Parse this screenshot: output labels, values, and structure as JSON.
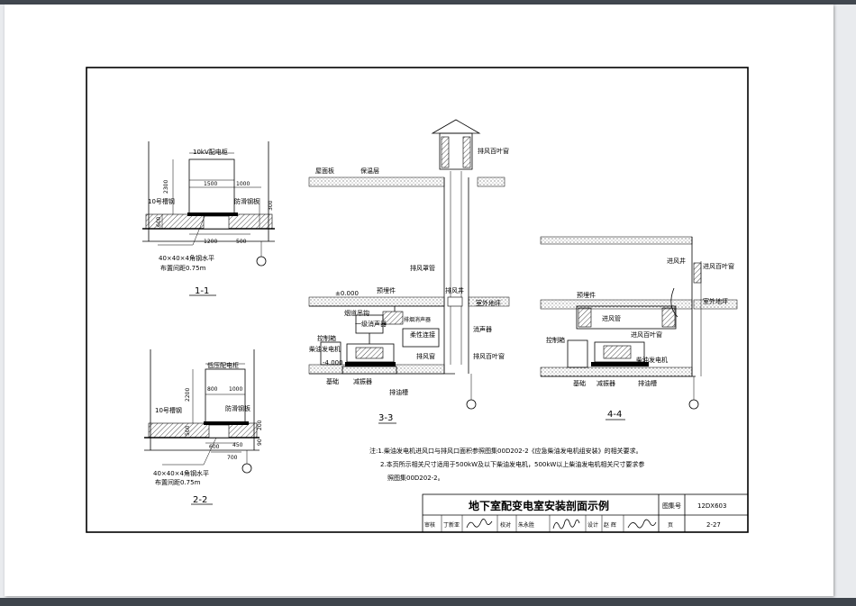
{
  "drawing": {
    "section_1_1": {
      "title": "1-1",
      "cabinet": "10kV配电柜",
      "dims": {
        "d2300": "2300",
        "d1500": "1500",
        "d1000": "1000",
        "d600": "600",
        "d1200": "1200",
        "d500": "500",
        "d300": "300"
      },
      "channel": "10号槽钢",
      "plate": "防滑钢板",
      "angle": "40×40×4角钢水平",
      "spacing": "布置间距0.75m"
    },
    "section_2_2": {
      "title": "2-2",
      "cabinet": "低压配电柜",
      "dims": {
        "d2200": "2200",
        "d800": "800",
        "d1000": "1000",
        "d500": "500",
        "d600": "600",
        "d450": "450",
        "d700": "700",
        "d90": "90",
        "d200": "200"
      },
      "channel": "10号槽钢",
      "plate": "防滑钢板",
      "angle": "40×40×4角钢水平",
      "spacing": "布置间距0.75m"
    },
    "section_3_3": {
      "title": "3-3",
      "labels": {
        "louver": "排风百叶窗",
        "roof_slab": "屋面板",
        "insulation": "保温层",
        "exhaust_hood": "排风罩管",
        "exhaust_shaft": "排风井",
        "level_0": "±0.000",
        "embed": "预埋件",
        "smoke_duct": "烟道吊钩",
        "muffler1": "一级消声器",
        "breather": "室外地坪",
        "muffler2": "排烟消声器",
        "flex": "柔性连接",
        "muffler3": "消声器",
        "ctrl_box": "控制箱",
        "generator": "柴油发电机",
        "level_4": "-4.000",
        "louver2": "排风百叶窗",
        "exhaust_wall": "排风窗",
        "foundation": "基础",
        "damper": "减振器",
        "oil_trench": "排油槽"
      }
    },
    "section_4_4": {
      "title": "4-4",
      "labels": {
        "fresh_louver": "进风百叶窗",
        "intake_shaft": "进风井",
        "ground": "室外地坪",
        "embed": "预埋件",
        "intake": "进风管",
        "louver_in": "进风百叶窗",
        "ctrl_box": "控制箱",
        "generator": "柴油发电机",
        "foundation": "基础",
        "damper": "减振器",
        "oil_trench": "排油槽"
      }
    },
    "notes": {
      "line1": "注:1.柴油发电机进风口与排风口面积参照图集00D202-2《应急柴油发电机组安装》的相关要求。",
      "line2": "2.本页所示相关尺寸适用于500kW及以下柴油发电机，500kW以上柴油发电机相关尺寸要求参",
      "line3": "照图集00D202-2。"
    },
    "title_block": {
      "title": "地下室配变电室安装剖面示例",
      "atlas_label": "图集号",
      "atlas_no": "12DX603",
      "review_label": "审核",
      "reviewer": "丁新亚",
      "check_label": "校对",
      "checker": "朱永胜",
      "design_label": "设计",
      "designer": "赵 辉",
      "page_label": "页",
      "page_no": "2-27"
    }
  }
}
